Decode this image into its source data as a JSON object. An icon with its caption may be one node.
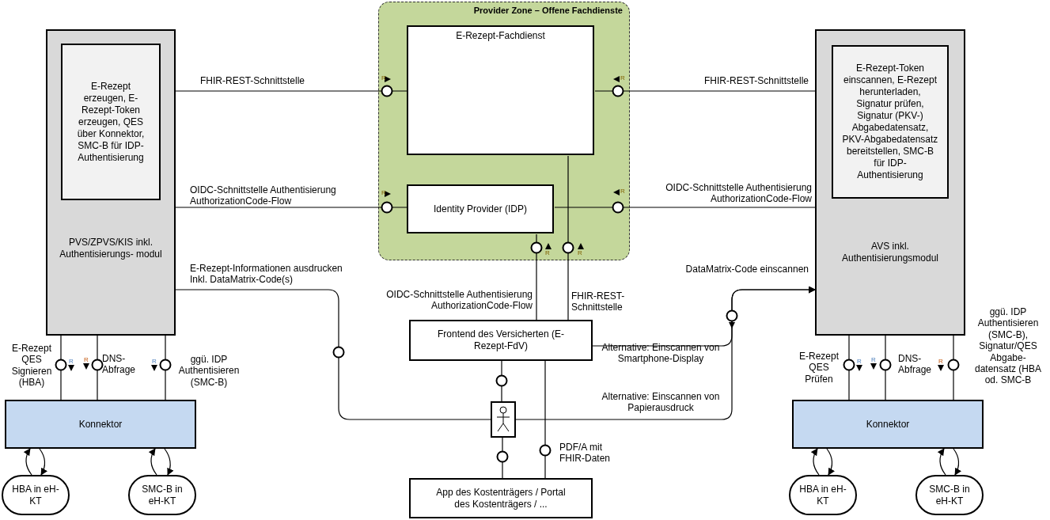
{
  "diagram": {
    "nodes": [
      {
        "text": [
          "PVS/ZPVS/KIS inkl. Authentisierungs- modul"
        ]
      },
      {
        "text": [
          "E-Rezept erzeugen, E-Rezept-Token erzeugen, QES über Konnektor, SMC-B für IDP- Authentisierung"
        ],
        "in": 0
      },
      {
        "text": [
          "Provider Zone – Offene Fachdienste"
        ]
      },
      {
        "text": [
          "E-Rezept-Fachdienst"
        ],
        "in": 2
      },
      {
        "text": [
          "Identity Provider (IDP)"
        ],
        "in": 2
      },
      {
        "text": [
          "AVS inkl. Authentisierungsmodul"
        ]
      },
      {
        "text": [
          "E-Rezept-Token einscannen, E-Rezept herunterladen, Signatur prüfen, Signatur (PKV-) Abgabedatensatz, PKV-Abgabedatensatz bereitstellen, SMC-B für IDP- Authentisierung"
        ],
        "in": 5
      },
      {
        "text": [
          "Frontend des Versicherten (E-Rezept-FdV)"
        ]
      },
      {
        "text": [],
        "shape": "person"
      },
      {
        "text": [
          "App des Kostenträgers / Portal des Kostenträgers / ..."
        ]
      },
      {
        "text": [
          "Konnektor"
        ]
      },
      {
        "text": [
          "HBA in eH-KT"
        ]
      },
      {
        "text": [
          "SMC-B in eH-KT"
        ]
      },
      {
        "text": [
          "Konnektor"
        ]
      },
      {
        "text": [
          "HBA in eH-KT"
        ]
      },
      {
        "text": [
          "SMC-B in eH-KT"
        ]
      }
    ],
    "edges": [
      {
        "from": 0,
        "to": 3,
        "arrow": "none",
        "label": "FHIR-REST-Schnittstelle"
      },
      {
        "from": 5,
        "to": 3,
        "arrow": "none",
        "label": "FHIR-REST-Schnittstelle"
      },
      {
        "from": 0,
        "to": 4,
        "arrow": "none",
        "label": "OIDC-Schnittstelle Authentisierung AuthorizationCode-Flow"
      },
      {
        "from": 5,
        "to": 4,
        "arrow": "none",
        "label": "OIDC-Schnittstelle Authentisierung AuthorizationCode-Flow"
      },
      {
        "from": 7,
        "to": 4,
        "arrow": "none",
        "label": "OIDC-Schnittstelle Authentisierung AuthorizationCode-Flow"
      },
      {
        "from": 7,
        "to": 3,
        "arrow": "none",
        "label": "FHIR-REST- Schnittstelle"
      },
      {
        "from": 0,
        "to": 8,
        "arrow": "none",
        "label": "E-Rezept-Informationen ausdrucken Inkl. DataMatrix-Code(s)"
      },
      {
        "from": 8,
        "to": 5,
        "arrow": "to",
        "label": "Alternative: Einscannen von Papierausdruck"
      },
      {
        "from": 7,
        "to": 5,
        "arrow": "to",
        "label": "Alternative: Einscannen von Smartphone-Display"
      },
      {
        "from": 7,
        "to": 8,
        "arrow": "none"
      },
      {
        "from": 8,
        "to": 9,
        "arrow": "none"
      },
      {
        "from": 7,
        "to": 9,
        "arrow": "none",
        "label": "PDF/A mit FHIR-Daten"
      },
      {
        "from": 0,
        "to": 10,
        "arrow": "none",
        "label": "E-Rezept QES Signieren (HBA)"
      },
      {
        "from": 0,
        "to": 10,
        "arrow": "none",
        "label": "DNS- Abfrage"
      },
      {
        "from": 0,
        "to": 10,
        "arrow": "none",
        "label": "ggü. IDP Authentisieren (SMC-B)"
      },
      {
        "from": 11,
        "to": 10,
        "arrow": "to"
      },
      {
        "from": 10,
        "to": 11,
        "arrow": "to"
      },
      {
        "from": 12,
        "to": 10,
        "arrow": "to"
      },
      {
        "from": 10,
        "to": 12,
        "arrow": "to"
      },
      {
        "from": 5,
        "to": 13,
        "arrow": "none",
        "label": "E-Rezept QES Prüfen"
      },
      {
        "from": 5,
        "to": 13,
        "arrow": "none",
        "label": "DNS- Abfrage"
      },
      {
        "from": 5,
        "to": 13,
        "arrow": "none",
        "label": "ggü. IDP Authentisieren (SMC-B), Signatur/QES Abgabe- datensatz (HBA od. SMC-B"
      },
      {
        "from": 14,
        "to": 13,
        "arrow": "to"
      },
      {
        "from": 13,
        "to": 14,
        "arrow": "to"
      },
      {
        "from": 15,
        "to": 13,
        "arrow": "to"
      },
      {
        "from": 13,
        "to": 15,
        "arrow": "to"
      }
    ],
    "labels": [
      "R",
      "R",
      "R",
      "R",
      "R",
      "R",
      "R",
      "R",
      "R",
      "R",
      "R",
      "R",
      "DataMatrix-Code einscannen"
    ]
  }
}
